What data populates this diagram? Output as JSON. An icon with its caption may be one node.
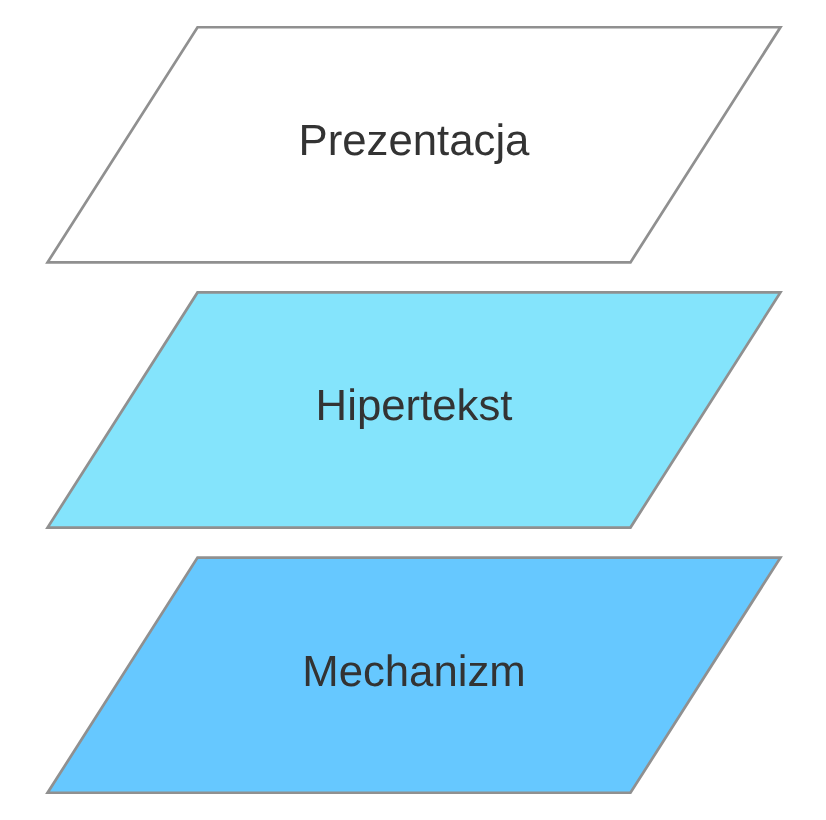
{
  "diagram": {
    "nodes": [
      {
        "text": [
          "Prezentacja"
        ]
      },
      {
        "text": [
          "Hipertekst"
        ]
      },
      {
        "text": [
          "Mechanizm"
        ]
      }
    ]
  }
}
